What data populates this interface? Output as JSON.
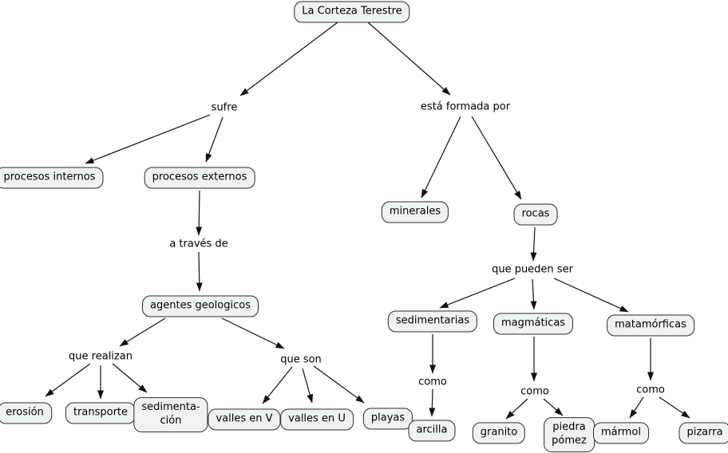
{
  "diagram": {
    "type": "concept-map",
    "root": "La Corteza Terestre",
    "colors": {
      "background": "#ffffff",
      "node_fill": "#eef4f4",
      "node_border": "#2b2b2b",
      "line": "#111111",
      "text": "#000000"
    },
    "nodes": {
      "corteza": {
        "label": "La Corteza Terestre"
      },
      "procesos_internos": {
        "label": "procesos internos"
      },
      "procesos_externos": {
        "label": "procesos externos"
      },
      "agentes_geologicos": {
        "label": "agentes geologicos"
      },
      "erosion": {
        "label": "erosión"
      },
      "transporte": {
        "label": "transporte"
      },
      "sedimentacion": {
        "label": "sedimenta-\nción"
      },
      "valles_v": {
        "label": "valles en V"
      },
      "valles_u": {
        "label": "valles en U"
      },
      "playas": {
        "label": "playas"
      },
      "minerales": {
        "label": "minerales"
      },
      "rocas": {
        "label": "rocas"
      },
      "sedimentarias": {
        "label": "sedimentarias"
      },
      "magmaticas": {
        "label": "magmáticas"
      },
      "matamorficas": {
        "label": "matamórficas"
      },
      "arcilla": {
        "label": "arcilla"
      },
      "granito": {
        "label": "granito"
      },
      "piedra_pomez": {
        "label": "piedra\npómez"
      },
      "marmol": {
        "label": "mármol"
      },
      "pizarra": {
        "label": "pizarra"
      }
    },
    "linking_phrases": {
      "sufre": "sufre",
      "esta_formada_por": "está formada por",
      "a_traves_de": "a través de",
      "que_realizan": "que realizan",
      "que_son": "que son",
      "que_pueden_ser": "que pueden ser",
      "como_1": "como",
      "como_2": "como",
      "como_3": "como"
    },
    "connections": [
      {
        "from": "La Corteza Terestre",
        "to": "sufre"
      },
      {
        "from": "La Corteza Terestre",
        "to": "está formada por"
      },
      {
        "from": "sufre",
        "to": "procesos internos"
      },
      {
        "from": "sufre",
        "to": "procesos externos"
      },
      {
        "from": "procesos externos",
        "to": "a través de"
      },
      {
        "from": "a través de",
        "to": "agentes geologicos"
      },
      {
        "from": "agentes geologicos",
        "to": "que realizan"
      },
      {
        "from": "agentes geologicos",
        "to": "que son"
      },
      {
        "from": "que realizan",
        "to": "erosión"
      },
      {
        "from": "que realizan",
        "to": "transporte"
      },
      {
        "from": "que realizan",
        "to": "sedimentación"
      },
      {
        "from": "que son",
        "to": "valles en V"
      },
      {
        "from": "que son",
        "to": "valles en U"
      },
      {
        "from": "que son",
        "to": "playas"
      },
      {
        "from": "está formada por",
        "to": "minerales"
      },
      {
        "from": "está formada por",
        "to": "rocas"
      },
      {
        "from": "rocas",
        "to": "que pueden ser"
      },
      {
        "from": "que pueden ser",
        "to": "sedimentarias"
      },
      {
        "from": "que pueden ser",
        "to": "magmáticas"
      },
      {
        "from": "que pueden ser",
        "to": "matamórficas"
      },
      {
        "from": "sedimentarias",
        "to": "como"
      },
      {
        "from": "como",
        "to": "arcilla"
      },
      {
        "from": "magmáticas",
        "to": "como"
      },
      {
        "from": "como",
        "to": "granito"
      },
      {
        "from": "como",
        "to": "piedra pómez"
      },
      {
        "from": "matamórficas",
        "to": "como"
      },
      {
        "from": "como",
        "to": "mármol"
      },
      {
        "from": "como",
        "to": "pizarra"
      }
    ]
  }
}
